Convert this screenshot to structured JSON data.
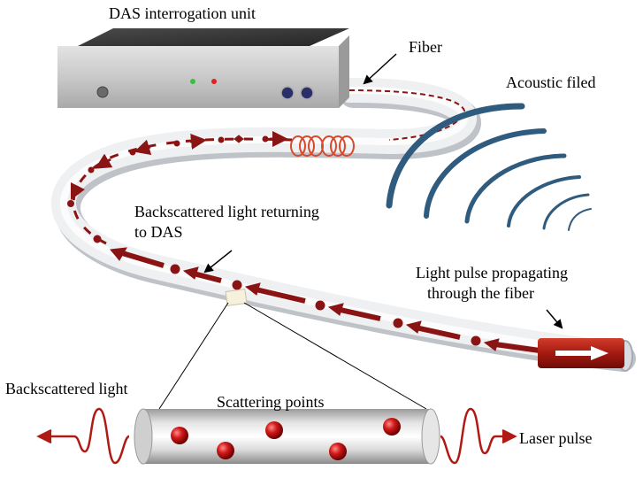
{
  "labels": {
    "interrogation_unit": "DAS  interrogation unit",
    "fiber": "Fiber",
    "acoustic_field": "Acoustic filed",
    "backscattered_returning_line1": "Backscattered light returning",
    "backscattered_returning_line2": "to DAS",
    "pulse_line1": "Light pulse propagating",
    "pulse_line2": "through  the fiber",
    "backscattered_light": "Backscattered light",
    "scattering_points": "Scattering points",
    "laser_pulse": "Laser pulse"
  },
  "colors": {
    "fiber_body": "#e6e9ec",
    "fiber_shadow": "#b9bec4",
    "signal_red": "#9b1b1b",
    "acoustic_blue": "#2f5b7e",
    "coil_red": "#d9482b",
    "box_gray": "#bdbdbd"
  },
  "icons": [
    "led-green",
    "led-red",
    "connector-ports",
    "fiber-coil"
  ]
}
